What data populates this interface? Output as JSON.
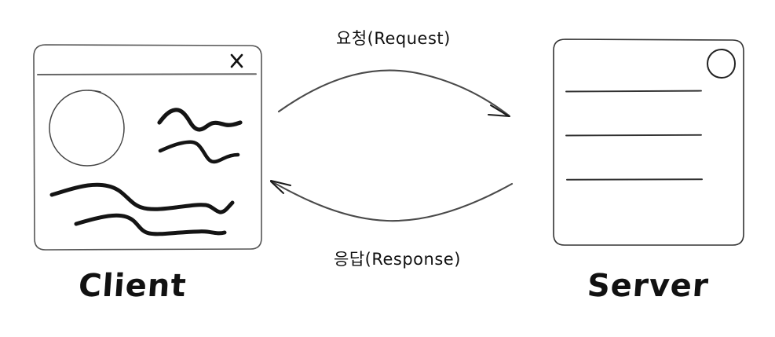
{
  "diagram": {
    "title_absent": true,
    "background_color": "#ffffff",
    "stroke_color": "#3a3a3a",
    "ink_color": "#111111",
    "nodes": [
      {
        "id": "client",
        "label": "Client",
        "kind": "browser-window",
        "close_icon": "✕",
        "contents": [
          "circle-placeholder",
          "squiggle-line",
          "squiggle-line",
          "squiggle-line",
          "squiggle-line"
        ]
      },
      {
        "id": "server",
        "label": "Server",
        "kind": "server-card",
        "contents": [
          "circle-badge",
          "rule-line",
          "rule-line",
          "rule-line"
        ]
      }
    ],
    "edges": [
      {
        "id": "request",
        "label": "요청(Request)",
        "from": "client",
        "to": "server",
        "direction": "left-to-right",
        "style": "curved-arrow"
      },
      {
        "id": "response",
        "label": "응답(Response)",
        "from": "server",
        "to": "client",
        "direction": "right-to-left",
        "style": "curved-arrow"
      }
    ]
  }
}
